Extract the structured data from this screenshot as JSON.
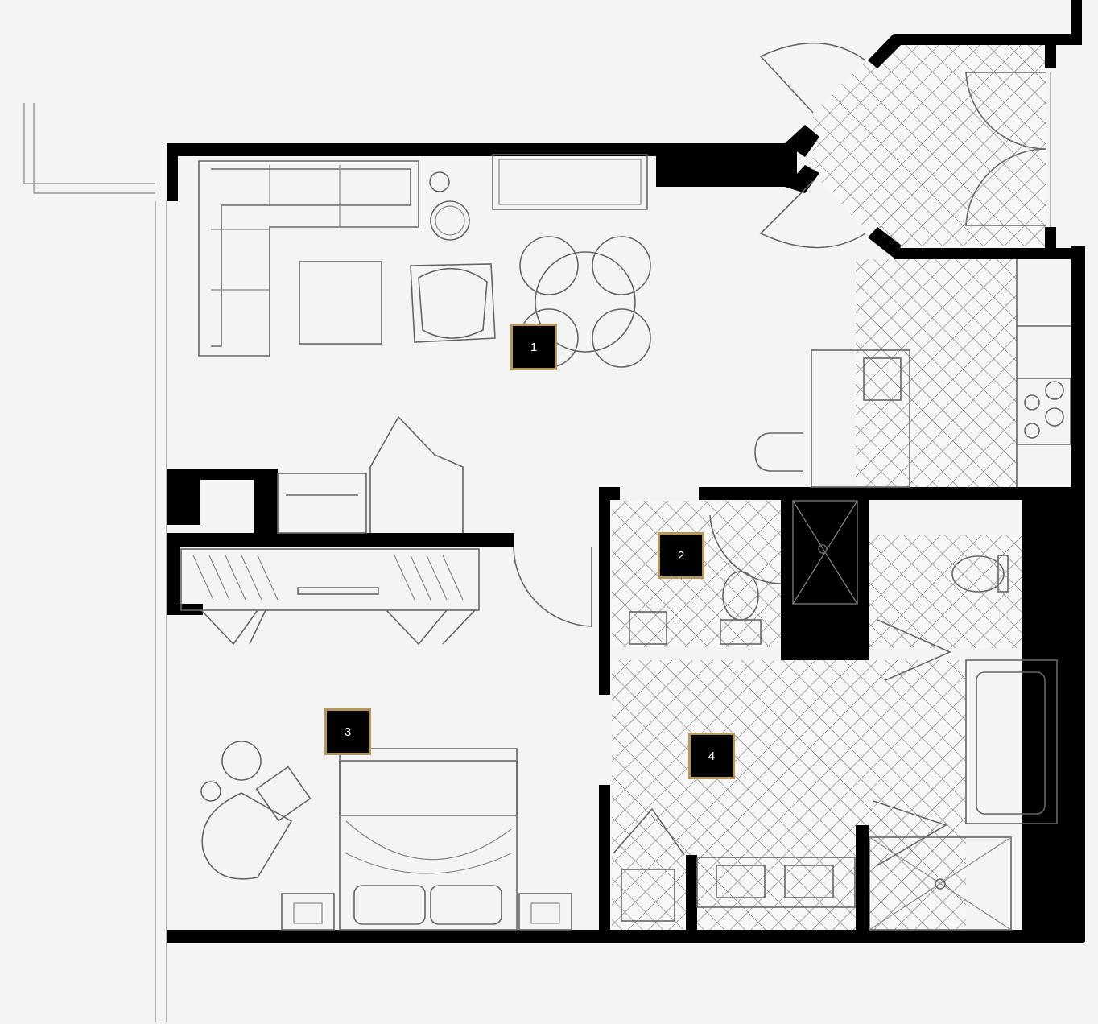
{
  "colors": {
    "background": "#f4f4f4",
    "wall": "#000000",
    "marker_bg": "#000000",
    "marker_border": "#b8975a",
    "marker_text": "#ffffff"
  },
  "markers": [
    {
      "label": "1"
    },
    {
      "label": "2"
    },
    {
      "label": "3"
    },
    {
      "label": "4"
    }
  ]
}
